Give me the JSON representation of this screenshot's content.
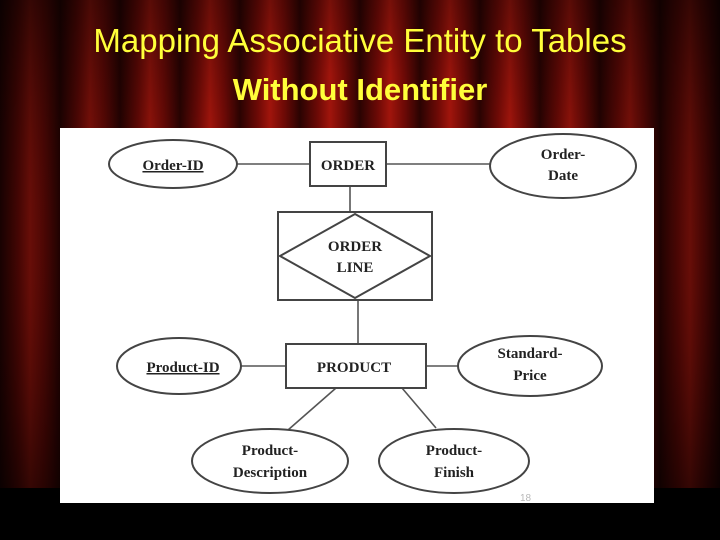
{
  "slide": {
    "title_line1": "Mapping Associative Entity to Tables",
    "title_line2": "Without Identifier",
    "slide_number": "18"
  },
  "diagram": {
    "entities": {
      "order": "ORDER",
      "product": "PRODUCT"
    },
    "associative_entity": {
      "line1": "ORDER",
      "line2": "LINE"
    },
    "attributes": {
      "order_id": "Order-ID",
      "order_date_line1": "Order-",
      "order_date_line2": "Date",
      "product_id": "Product-ID",
      "standard_price_line1": "Standard-",
      "standard_price_line2": "Price",
      "product_description_line1": "Product-",
      "product_description_line2": "Description",
      "product_finish_line1": "Product-",
      "product_finish_line2": "Finish"
    }
  }
}
